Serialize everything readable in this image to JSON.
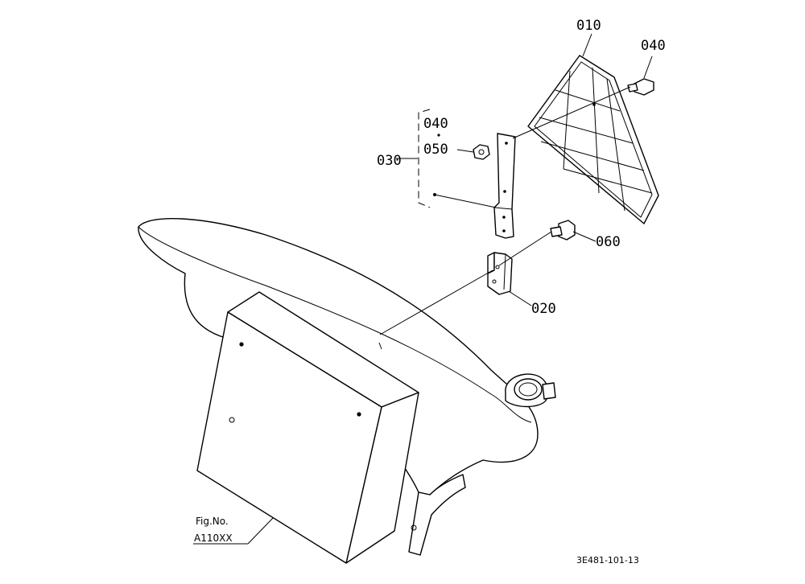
{
  "diagram": {
    "part_labels": {
      "p010": "010",
      "p040_top": "040",
      "p040_group": "040",
      "p050": "050",
      "p030": "030",
      "p060": "060",
      "p020": "020"
    },
    "figure_ref": {
      "caption": "Fig.No.",
      "number": "A110XX"
    },
    "drawing_code": "3E481-101-13"
  }
}
